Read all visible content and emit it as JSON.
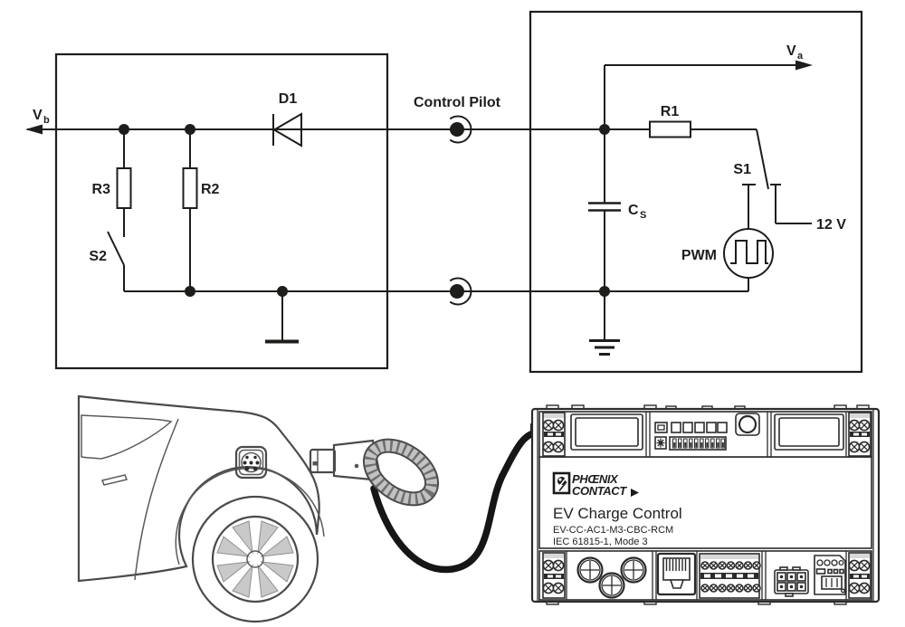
{
  "schematic": {
    "control_pilot_label": "Control Pilot",
    "vehicle_side": {
      "v_base": "V",
      "v_sub": "b",
      "diode": "D1",
      "resistor_r3": "R3",
      "resistor_r2": "R2",
      "switch_s2": "S2"
    },
    "charger_side": {
      "v_base": "V",
      "v_sub": "a",
      "resistor_r1": "R1",
      "switch_s1": "S1",
      "cap_base": "C",
      "cap_sub": "S",
      "pwm_label": "PWM",
      "supply_label": "12 V"
    }
  },
  "device": {
    "brand_line1": "PHŒNIX",
    "brand_line2": "CONTACT",
    "product_name": "EV Charge Control",
    "model_number": "EV-CC-AC1-M3-CBC-RCM",
    "standard_note": "IEC 61815-1, Mode 3"
  },
  "colors": {
    "schematic_line": "#1d1d1b",
    "car_body": "#d9d9d9",
    "car_window": "#ebecec",
    "car_outline": "#4a4a4a",
    "cable": "#161616"
  }
}
